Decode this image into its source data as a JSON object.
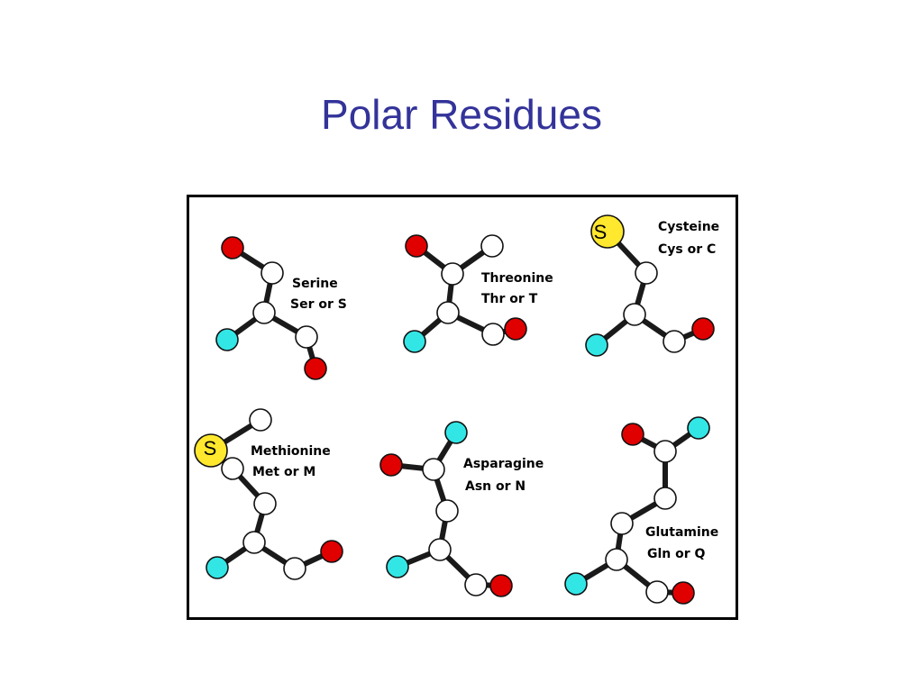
{
  "slide": {
    "title": "Polar Residues"
  },
  "colors": {
    "oxygen": "#e00000",
    "hydrogen": "#ffffff",
    "nitrogen": "#33e6e6",
    "sulfur": "#ffe82e",
    "title": "#33339a"
  },
  "residues": [
    {
      "id": "serine",
      "name": "Serine",
      "code": "Ser or S"
    },
    {
      "id": "threonine",
      "name": "Threonine",
      "code": "Thr or T"
    },
    {
      "id": "cysteine",
      "name": "Cysteine",
      "code": "Cys or C",
      "sulfur_symbol": "S"
    },
    {
      "id": "methionine",
      "name": "Methionine",
      "code": "Met or M",
      "sulfur_symbol": "S"
    },
    {
      "id": "asparagine",
      "name": "Asparagine",
      "code": "Asn or N"
    },
    {
      "id": "glutamine",
      "name": "Glutamine",
      "code": "Gln or Q"
    }
  ]
}
